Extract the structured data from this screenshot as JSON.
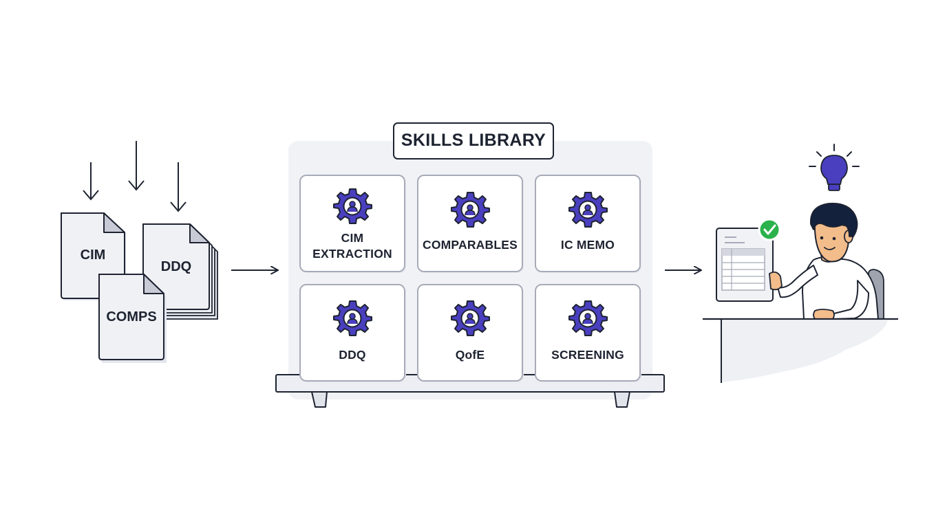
{
  "inputs": {
    "documents": [
      {
        "label": "CIM"
      },
      {
        "label": "DDQ"
      },
      {
        "label": "COMPS"
      }
    ]
  },
  "library": {
    "title": "SKILLS LIBRARY",
    "skills": [
      {
        "label": "CIM\nEXTRACTION",
        "icon": "gear-person-icon"
      },
      {
        "label": "COMPARABLES",
        "icon": "gear-person-icon"
      },
      {
        "label": "IC MEMO",
        "icon": "gear-person-icon"
      },
      {
        "label": "DDQ",
        "icon": "gear-person-icon"
      },
      {
        "label": "QofE",
        "icon": "gear-person-icon"
      },
      {
        "label": "SCREENING",
        "icon": "gear-person-icon"
      }
    ]
  },
  "output": {
    "figure": "person-at-desk",
    "icons": [
      "lightbulb-icon",
      "checkmark-icon",
      "spreadsheet-icon"
    ]
  },
  "colors": {
    "accent": "#4a3fbf",
    "check": "#2bb24c",
    "ink": "#1d2330",
    "panel": "#eff0f4"
  }
}
